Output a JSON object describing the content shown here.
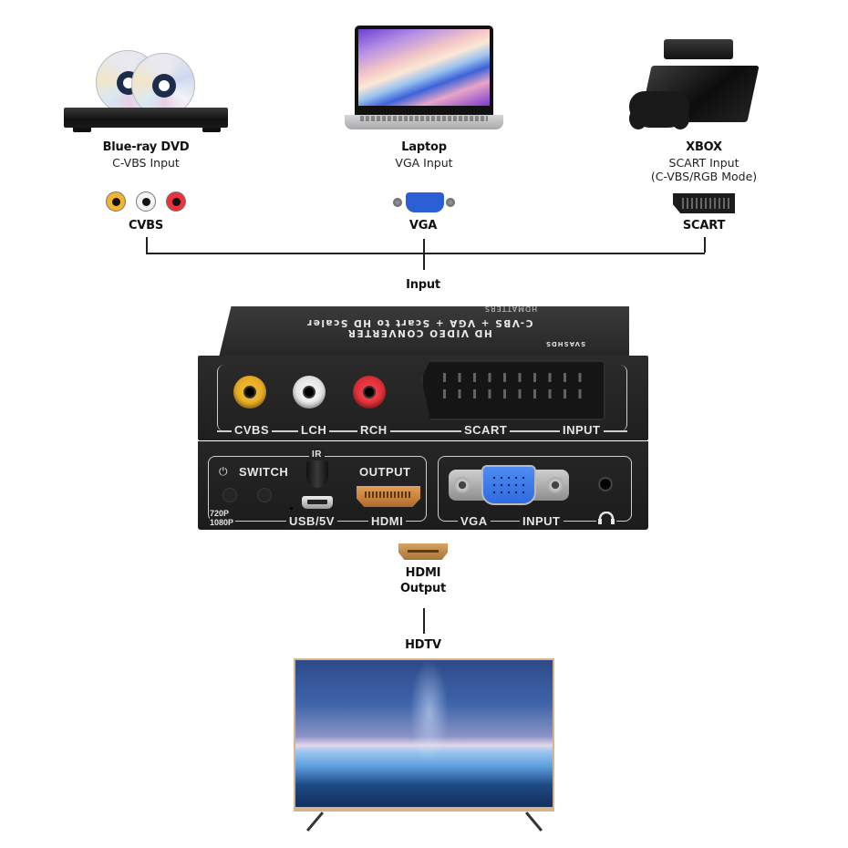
{
  "sources": [
    {
      "title": "Blue-ray DVD",
      "subtitle": "C-VBS Input",
      "connector": "CVBS",
      "icon": "dvd-player-icon"
    },
    {
      "title": "Laptop",
      "subtitle": "VGA Input",
      "connector": "VGA",
      "icon": "laptop-icon"
    },
    {
      "title": "XBOX",
      "subtitle": "SCART Input",
      "subtitle2": "(C-VBS/RGB Mode)",
      "connector": "SCART",
      "icon": "game-console-icon"
    }
  ],
  "input_label": "Input",
  "rca_colors": [
    "#f2b431",
    "#f4f4f4",
    "#e9323b"
  ],
  "device": {
    "brand": "HDMATTERS",
    "title_line1": "C-VBS + VGA + Scart to HD Scaler",
    "title_line2": "HD VIDEO CONVERTER",
    "model": "SVASHDS",
    "front_top_labels": [
      "CVBS",
      "LCH",
      "RCH",
      "SCART",
      "INPUT"
    ],
    "front_bottom": {
      "ir": "IR",
      "switch": "SWITCH",
      "output": "OUTPUT",
      "res1": "720P",
      "res2": "1080P",
      "usb": "USB/5V",
      "hdmi": "HDMI",
      "vga": "VGA",
      "input": "INPUT",
      "power_symbol": "⏻",
      "headphone_symbol": "🎧"
    }
  },
  "output": {
    "line1": "HDMI",
    "line2": "Output"
  },
  "display": {
    "label": "HDTV"
  }
}
